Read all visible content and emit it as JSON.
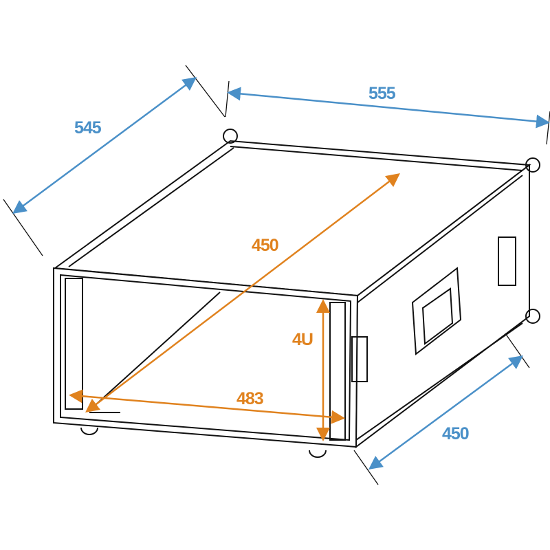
{
  "title": "4U rack flight case dimension drawing",
  "colors": {
    "outer_dimension": "#4a90c8",
    "inner_dimension": "#e0821e",
    "outline": "#111111"
  },
  "dimensions": {
    "outer_depth": {
      "label": "545",
      "color": "#4a90c8"
    },
    "outer_width": {
      "label": "555",
      "color": "#4a90c8"
    },
    "outer_height_side": {
      "label": "450",
      "color": "#4a90c8"
    },
    "inner_depth": {
      "label": "450",
      "color": "#e0821e"
    },
    "inner_width": {
      "label": "483",
      "color": "#e0821e"
    },
    "rack_units": {
      "label": "4U",
      "color": "#e0821e"
    }
  }
}
